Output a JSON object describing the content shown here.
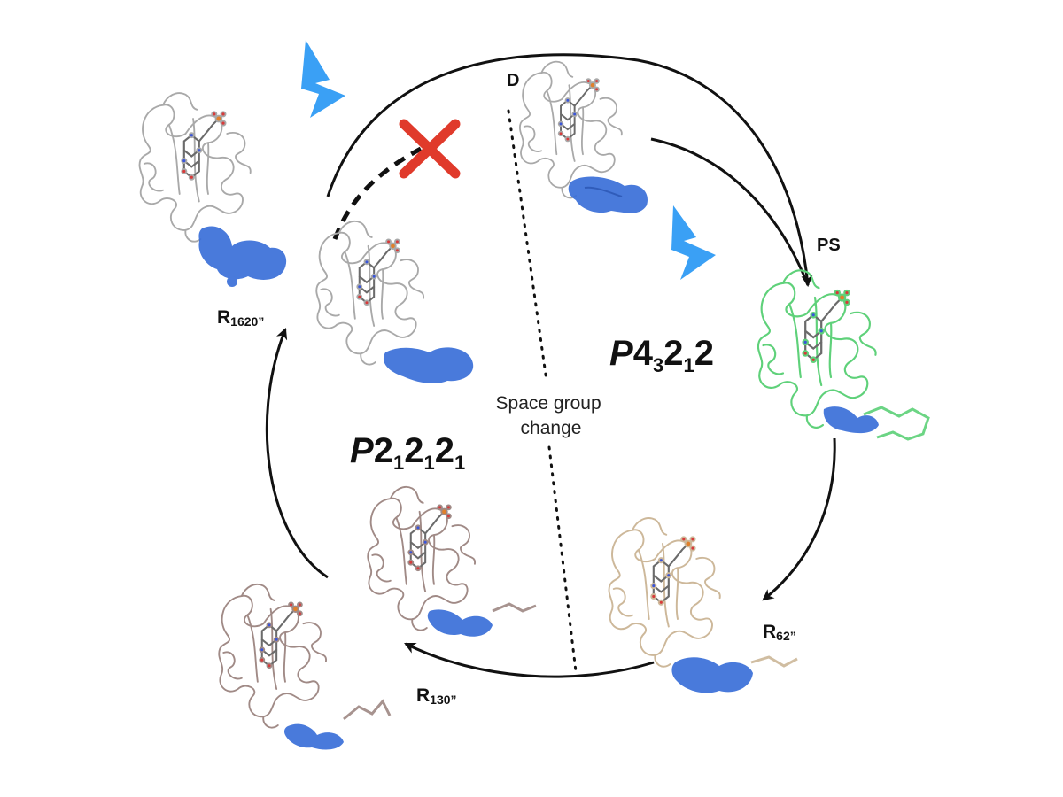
{
  "states": {
    "D": {
      "label": "D"
    },
    "PS": {
      "label": "PS"
    },
    "R1620": {
      "base": "R",
      "sub": "1620”"
    },
    "R62": {
      "base": "R",
      "sub": "62”"
    },
    "R130": {
      "base": "R",
      "sub": "130”"
    }
  },
  "space_groups": {
    "right": {
      "italic": "P",
      "p1": "4",
      "s1": "3",
      "p2": "2",
      "s2": "1",
      "p3": "2"
    },
    "left": {
      "italic": "P",
      "p1": "2",
      "s1": "1",
      "p2": "2",
      "s2": "1",
      "p3": "2",
      "s3": "1"
    }
  },
  "boundary_note": {
    "line1": "Space group",
    "line2": "change"
  },
  "colors": {
    "density": "#3a6fd8",
    "density_dark": "#1f4fb5",
    "arrow": "#111111",
    "lightning": "#3aa0f5",
    "cross": "#e03a2b",
    "ribbon_gray": "#a9a9a9",
    "ribbon_green": "#5fd17a",
    "ribbon_tan": "#cdb89a",
    "ribbon_mauve": "#a08a86"
  },
  "icons": [
    "lightning-icon",
    "blocked-transition-icon",
    "arrowhead-icon"
  ]
}
